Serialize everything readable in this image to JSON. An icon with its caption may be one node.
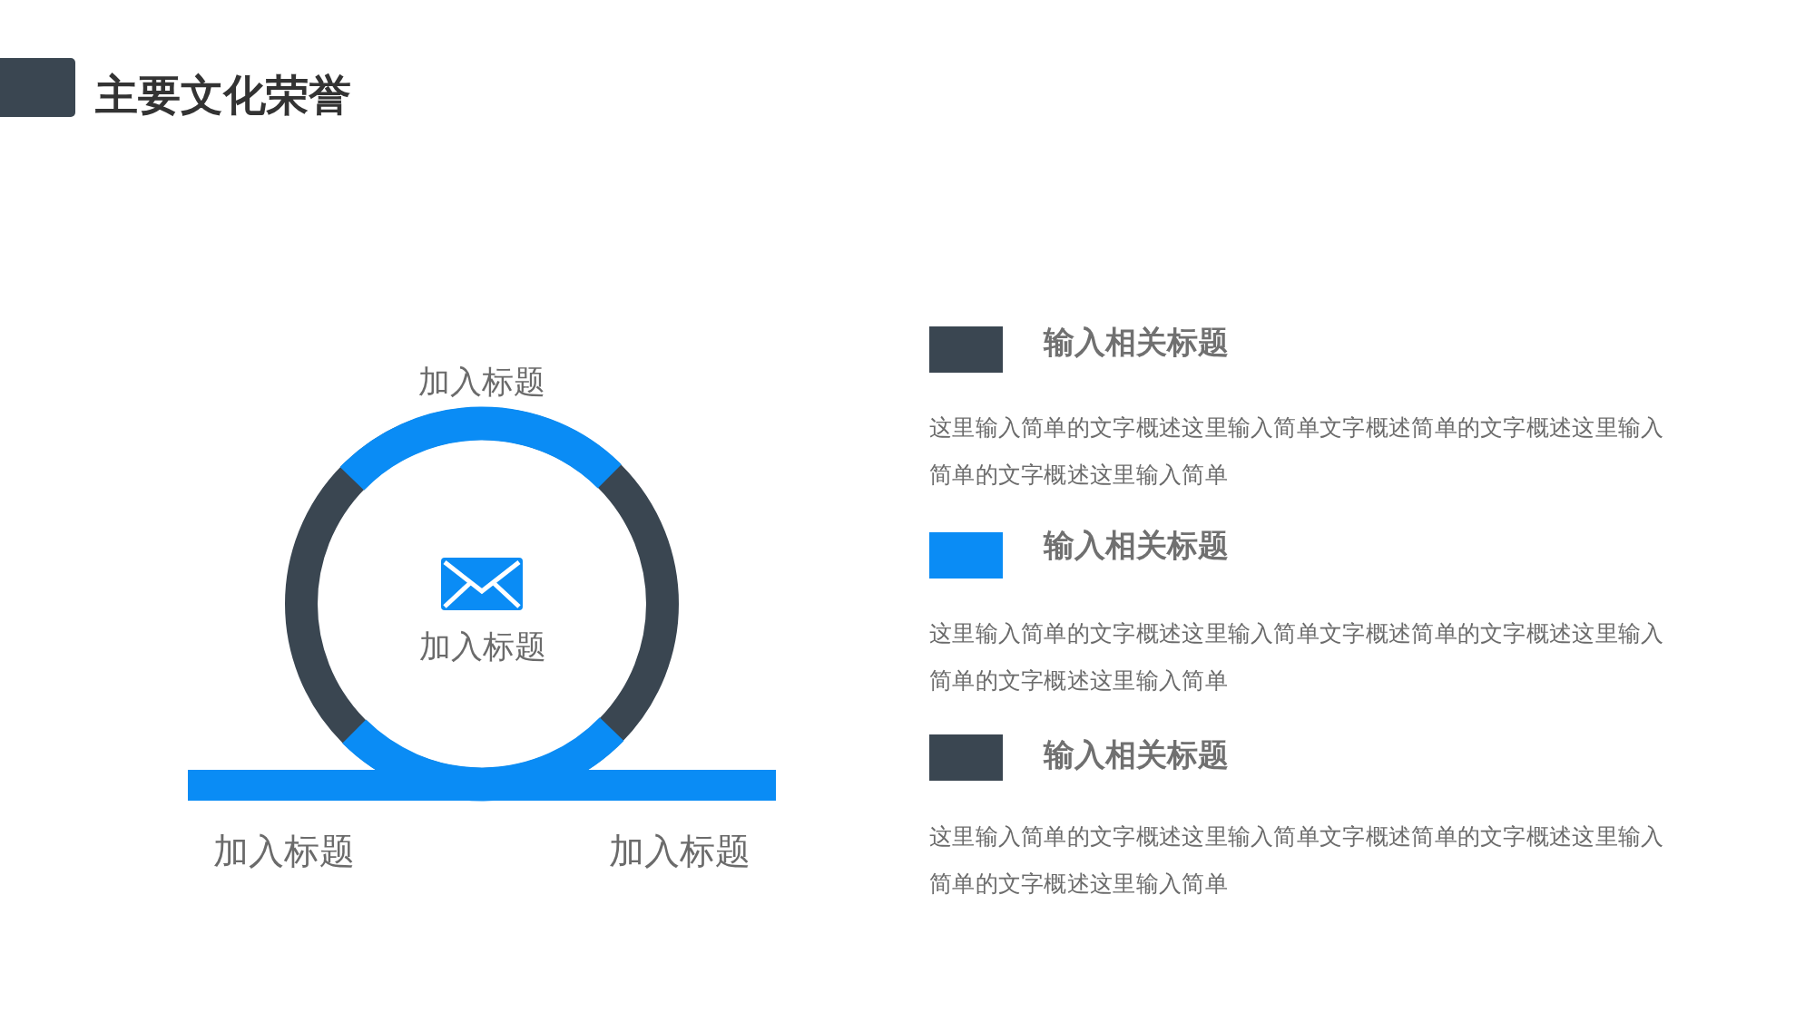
{
  "diagram": {
    "title": "主要文化荣誉",
    "nodes": [
      {
        "text": [],
        "shape": "box"
      },
      {
        "text": [],
        "shape": "box"
      },
      {
        "text": [],
        "shape": "box"
      },
      {
        "text": [],
        "shape": "box"
      }
    ],
    "labels": [
      "加入标题",
      "加入标题",
      "加入标题",
      "加入标题",
      "输入相关标题",
      "这里输入简单的文字概述这里输入简单文字概述简单的文字概述这里输入简单的文字概述这里输入简单",
      "输入相关标题",
      "这里输入简单的文字概述这里输入简单文字概述简单的文字概述这里输入简单的文字概述这里输入简单",
      "输入相关标题",
      "这里输入简单的文字概述这里输入简单文字概述简单的文字概述这里输入简单的文字概述这里输入简单"
    ]
  }
}
